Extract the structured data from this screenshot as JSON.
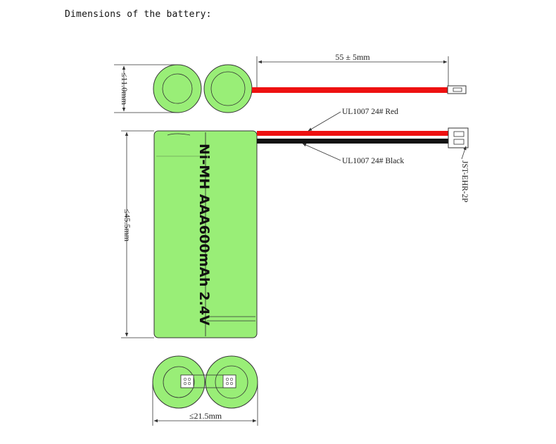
{
  "heading": "Dimensions of the battery:",
  "dimensions": {
    "height_small": "≤11.0mm",
    "wire_length": "55 ± 5mm",
    "body_height": "≤45.5mm",
    "width": "≤21.5mm"
  },
  "labels": {
    "red_wire": "UL1007 24# Red",
    "black_wire": "UL1007 24# Black",
    "connector": "JST-EHR-2P"
  },
  "cell_label": "Ni-MH AAA600mAh 2.4V",
  "colors": {
    "cell_green": "#99ee77",
    "wire_red": "#ee1111",
    "wire_black": "#111111",
    "outline": "#333333"
  }
}
